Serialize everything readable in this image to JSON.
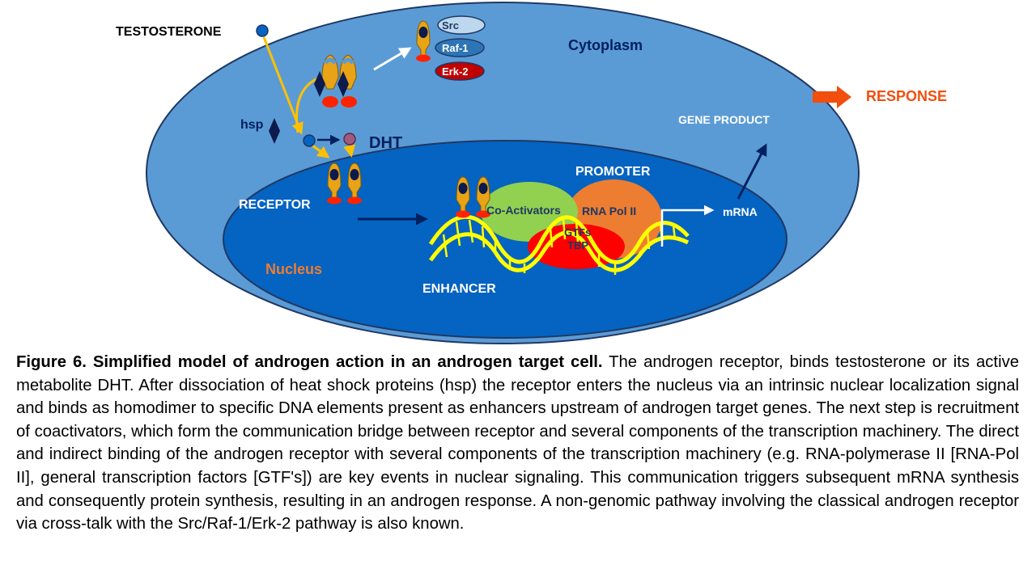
{
  "labels": {
    "testosterone": "TESTOSTERONE",
    "src": "Src",
    "raf1": "Raf-1",
    "erk2": "Erk-2",
    "cytoplasm": "Cytoplasm",
    "response": "RESPONSE",
    "gene_product": "GENE PRODUCT",
    "hsp": "hsp",
    "dht": "DHT",
    "promoter": "PROMOTER",
    "receptor": "RECEPTOR",
    "co_activators": "Co-Activators",
    "rna_pol": "RNA Pol II",
    "mrna": "mRNA",
    "gtfs": "GTFs",
    "tbp": "TBP",
    "nucleus": "Nucleus",
    "enhancer": "ENHANCER"
  },
  "caption": {
    "title": "Figure 6. Simplified model of androgen action in an androgen target cell.",
    "body": " The androgen receptor, binds testosterone or its active metabolite DHT. After dissociation of heat shock proteins (hsp) the receptor enters the nucleus via an intrinsic nuclear localization signal and binds as homodimer to specific DNA elements present as enhancers upstream of androgen target genes. The next step is recruitment of coactivators, which form the communication bridge between receptor and several components of the transcription machinery. The direct and indirect binding of the androgen receptor with several components of the transcription machinery (e.g. RNA-polymerase II [RNA-Pol II], general transcription factors [GTF's]) are key events in nuclear signaling. This communication triggers subsequent mRNA synthesis and consequently protein synthesis, resulting in an androgen response. A non-genomic pathway involving the classical androgen receptor via cross-talk with the Src/Raf-1/Erk-2 pathway is also known."
  },
  "colors": {
    "cytoplasm": "#5b9bd5",
    "nucleus": "#0563c1",
    "outline": "#1f3864",
    "receptor": "#e8a317",
    "receptor_head": "#0d1b4c",
    "receptor_foot": "#ff2200",
    "co_activators": "#92d050",
    "rna_pol": "#ed7d31",
    "gtfs": "#ff0000",
    "dna": "#ffff00",
    "arrow_dark": "#002060",
    "arrow_orange": "#ffc000",
    "response": "#f24e0e"
  }
}
